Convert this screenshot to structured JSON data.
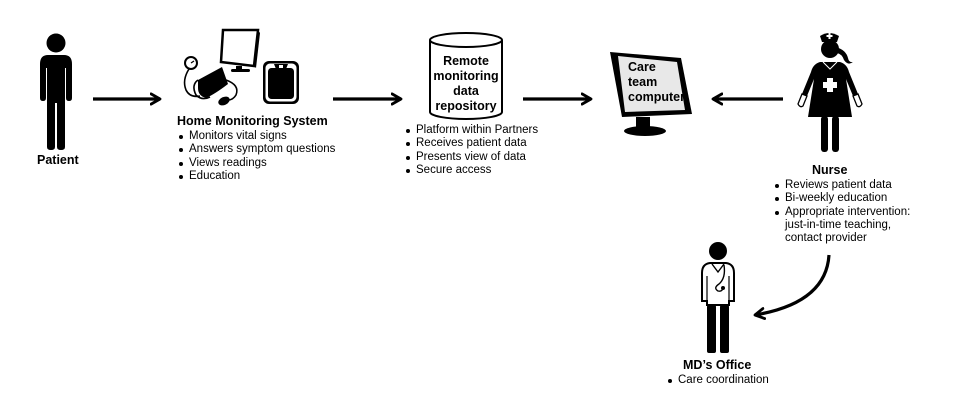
{
  "diagram": {
    "nodes": {
      "patient": {
        "label": "Patient",
        "icon": "patient-figure-icon"
      },
      "home_monitoring": {
        "label": "Home Monitoring System",
        "icon": "home-monitoring-devices-icon",
        "bullets": [
          "Monitors vital signs",
          "Answers symptom questions",
          "Views readings",
          "Education"
        ]
      },
      "repository": {
        "label_lines": [
          "Remote",
          "monitoring",
          "data",
          "repository"
        ],
        "icon": "database-cylinder-icon",
        "bullets": [
          "Platform within Partners",
          "Receives patient data",
          "Presents view of data",
          "Secure access"
        ]
      },
      "care_team_computer": {
        "label_lines": [
          "Care",
          "team",
          "computer"
        ],
        "icon": "computer-monitor-icon"
      },
      "nurse": {
        "label": "Nurse",
        "icon": "nurse-figure-icon",
        "bullets": [
          "Reviews patient data",
          "Bi-weekly education",
          "Appropriate intervention:"
        ],
        "bullet_continuation": [
          "just-in-time teaching,",
          "contact provider"
        ]
      },
      "md_office": {
        "label": "MD’s Office",
        "icon": "doctor-figure-icon",
        "bullets": [
          "Care coordination"
        ]
      }
    },
    "edges": [
      {
        "from": "patient",
        "to": "home_monitoring"
      },
      {
        "from": "home_monitoring",
        "to": "repository"
      },
      {
        "from": "repository",
        "to": "care_team_computer"
      },
      {
        "from": "nurse",
        "to": "care_team_computer"
      },
      {
        "from": "nurse",
        "to": "md_office"
      }
    ]
  }
}
